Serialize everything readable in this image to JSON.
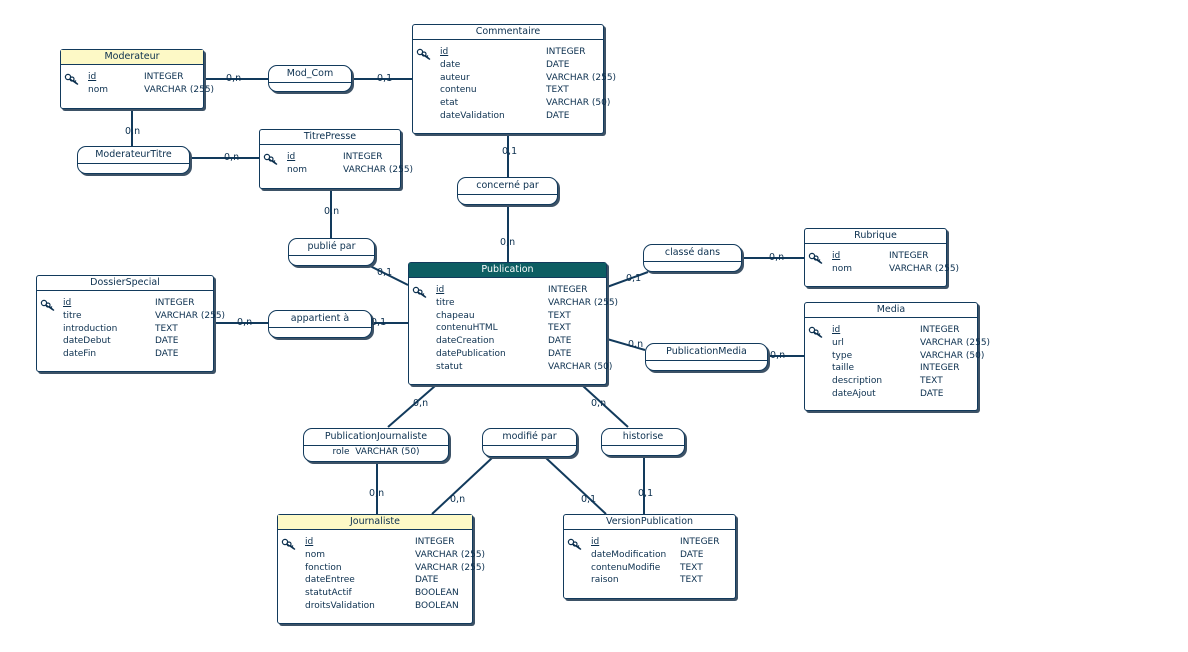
{
  "colors": {
    "line": "#123a5c",
    "text": "#0b2f4e",
    "shadow": "#3d5266",
    "highlight_header": "#fdf9c6",
    "focus_header": "#0d5e63",
    "focus_header_text": "#ffffff"
  },
  "icons": {
    "primary_key": "key-icon"
  },
  "entities": {
    "moderateur": {
      "name": "Moderateur",
      "attributes": [
        {
          "name": "id",
          "type": "INTEGER",
          "pk": true
        },
        {
          "name": "nom",
          "type": "VARCHAR (255)"
        }
      ]
    },
    "commentaire": {
      "name": "Commentaire",
      "attributes": [
        {
          "name": "id",
          "type": "INTEGER",
          "pk": true
        },
        {
          "name": "date",
          "type": "DATE"
        },
        {
          "name": "auteur",
          "type": "VARCHAR (255)"
        },
        {
          "name": "contenu",
          "type": "TEXT"
        },
        {
          "name": "etat",
          "type": "VARCHAR (50)"
        },
        {
          "name": "dateValidation",
          "type": "DATE"
        }
      ]
    },
    "titrepresse": {
      "name": "TitrePresse",
      "attributes": [
        {
          "name": "id",
          "type": "INTEGER",
          "pk": true
        },
        {
          "name": "nom",
          "type": "VARCHAR (255)"
        }
      ]
    },
    "publication": {
      "name": "Publication",
      "attributes": [
        {
          "name": "id",
          "type": "INTEGER",
          "pk": true
        },
        {
          "name": "titre",
          "type": "VARCHAR (255)"
        },
        {
          "name": "chapeau",
          "type": "TEXT"
        },
        {
          "name": "contenuHTML",
          "type": "TEXT"
        },
        {
          "name": "dateCreation",
          "type": "DATE"
        },
        {
          "name": "datePublication",
          "type": "DATE"
        },
        {
          "name": "statut",
          "type": "VARCHAR (50)"
        }
      ]
    },
    "rubrique": {
      "name": "Rubrique",
      "attributes": [
        {
          "name": "id",
          "type": "INTEGER",
          "pk": true
        },
        {
          "name": "nom",
          "type": "VARCHAR (255)"
        }
      ]
    },
    "media": {
      "name": "Media",
      "attributes": [
        {
          "name": "id",
          "type": "INTEGER",
          "pk": true
        },
        {
          "name": "url",
          "type": "VARCHAR (255)"
        },
        {
          "name": "type",
          "type": "VARCHAR (50)"
        },
        {
          "name": "taille",
          "type": "INTEGER"
        },
        {
          "name": "description",
          "type": "TEXT"
        },
        {
          "name": "dateAjout",
          "type": "DATE"
        }
      ]
    },
    "dossierspecial": {
      "name": "DossierSpecial",
      "attributes": [
        {
          "name": "id",
          "type": "INTEGER",
          "pk": true
        },
        {
          "name": "titre",
          "type": "VARCHAR (255)"
        },
        {
          "name": "introduction",
          "type": "TEXT"
        },
        {
          "name": "dateDebut",
          "type": "DATE"
        },
        {
          "name": "dateFin",
          "type": "DATE"
        }
      ]
    },
    "journaliste": {
      "name": "Journaliste",
      "attributes": [
        {
          "name": "id",
          "type": "INTEGER",
          "pk": true
        },
        {
          "name": "nom",
          "type": "VARCHAR (255)"
        },
        {
          "name": "fonction",
          "type": "VARCHAR (255)"
        },
        {
          "name": "dateEntree",
          "type": "DATE"
        },
        {
          "name": "statutActif",
          "type": "BOOLEAN"
        },
        {
          "name": "droitsValidation",
          "type": "BOOLEAN"
        }
      ]
    },
    "versionpublication": {
      "name": "VersionPublication",
      "attributes": [
        {
          "name": "id",
          "type": "INTEGER",
          "pk": true
        },
        {
          "name": "dateModification",
          "type": "DATE"
        },
        {
          "name": "contenuModifie",
          "type": "TEXT"
        },
        {
          "name": "raison",
          "type": "TEXT"
        }
      ]
    }
  },
  "associations": {
    "mod_com": {
      "name": "Mod_Com"
    },
    "moderateurtitre": {
      "name": "ModerateurTitre"
    },
    "concerne_par": {
      "name": "concerné par"
    },
    "publie_par": {
      "name": "publié par"
    },
    "classe_dans": {
      "name": "classé dans"
    },
    "appartient_a": {
      "name": "appartient à"
    },
    "publicationmedia": {
      "name": "PublicationMedia"
    },
    "publicationjournaliste": {
      "name": "PublicationJournaliste",
      "attribute": {
        "name": "role",
        "type": "VARCHAR (50)"
      }
    },
    "modifie_par": {
      "name": "modifié par"
    },
    "historise": {
      "name": "historise"
    }
  },
  "cardinalities": {
    "mod_com_moderateur": "0,n",
    "mod_com_commentaire": "0,1",
    "moderateurtitre_moderateur": "0,n",
    "moderateurtitre_titrepresse": "0,n",
    "concerne_par_commentaire": "0,1",
    "concerne_par_publication": "0,n",
    "publie_par_titrepresse": "0,n",
    "publie_par_publication": "0,1",
    "classe_dans_publication": "0,1",
    "classe_dans_rubrique": "0,n",
    "appartient_a_dossierspecial": "0,n",
    "appartient_a_publication": "0,1",
    "publicationmedia_publication": "0,n",
    "publicationmedia_media": "0,n",
    "publicationjournaliste_publication": "0,n",
    "publicationjournaliste_journaliste": "0,n",
    "modifie_par_journaliste": "0,n",
    "modifie_par_versionpublication": "0,1",
    "historise_publication": "0,n",
    "historise_versionpublication": "0,1"
  }
}
